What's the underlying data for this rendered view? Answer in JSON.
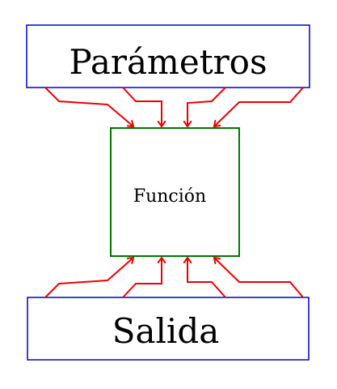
{
  "diagram": {
    "nodes": {
      "parametros": {
        "label": "Parámetros"
      },
      "funcion": {
        "label": "Función"
      },
      "salida": {
        "label": "Salida"
      }
    },
    "colors": {
      "outer_box_stroke": "#0000cc",
      "center_box_stroke": "#007700",
      "arrow_stroke": "#ee0000",
      "text": "#000000",
      "background": "#ffffff"
    }
  }
}
